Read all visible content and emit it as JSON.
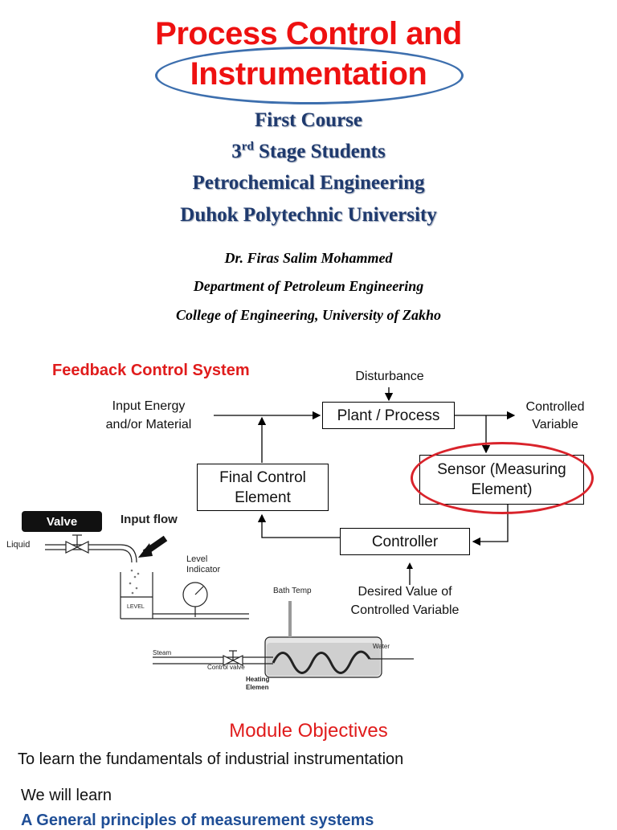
{
  "header": {
    "title_line1": "Process Control and",
    "title_line2": "Instrumentation",
    "course": "First Course",
    "stage_num": "3",
    "stage_sup": "rd",
    "stage_rest": " Stage Students",
    "department": "Petrochemical Engineering",
    "university": "Duhok Polytechnic University"
  },
  "author": {
    "name": "Dr. Firas Salim Mohammed",
    "department": "Department of Petroleum Engineering",
    "college": "College of Engineering, University of Zakho"
  },
  "diagram": {
    "title": "Feedback Control System",
    "disturbance": "Disturbance",
    "input_line1": "Input Energy",
    "input_line2": "and/or Material",
    "plant": "Plant / Process",
    "controlled_line1": "Controlled",
    "controlled_line2": "Variable",
    "sensor_line1": "Sensor (Measuring",
    "sensor_line2": "Element)",
    "final_line1": "Final Control",
    "final_line2": "Element",
    "controller": "Controller",
    "desired_line1": "Desired Value of",
    "desired_line2": "Controlled Variable"
  },
  "illustration": {
    "valve": "Valve",
    "input_flow": "Input flow",
    "liquid": "Liquid",
    "level_ind1": "Level",
    "level_ind2": "Indicator",
    "level": "LEVEL",
    "bath_temp": "Bath Temp",
    "steam": "Steam",
    "control_valve": "Control valve",
    "water": "Water",
    "heating1": "Heating",
    "heating2": "Elemen"
  },
  "objectives": {
    "title": "Module Objectives",
    "line1": "To learn the fundamentals of industrial instrumentation",
    "line2": "We will learn",
    "line3": "A General principles of measurement systems"
  },
  "colors": {
    "title_red": "#ee1111",
    "navy": "#1f3a6e",
    "oval_blue": "#3d6fae",
    "oval_red": "#d9232b"
  }
}
